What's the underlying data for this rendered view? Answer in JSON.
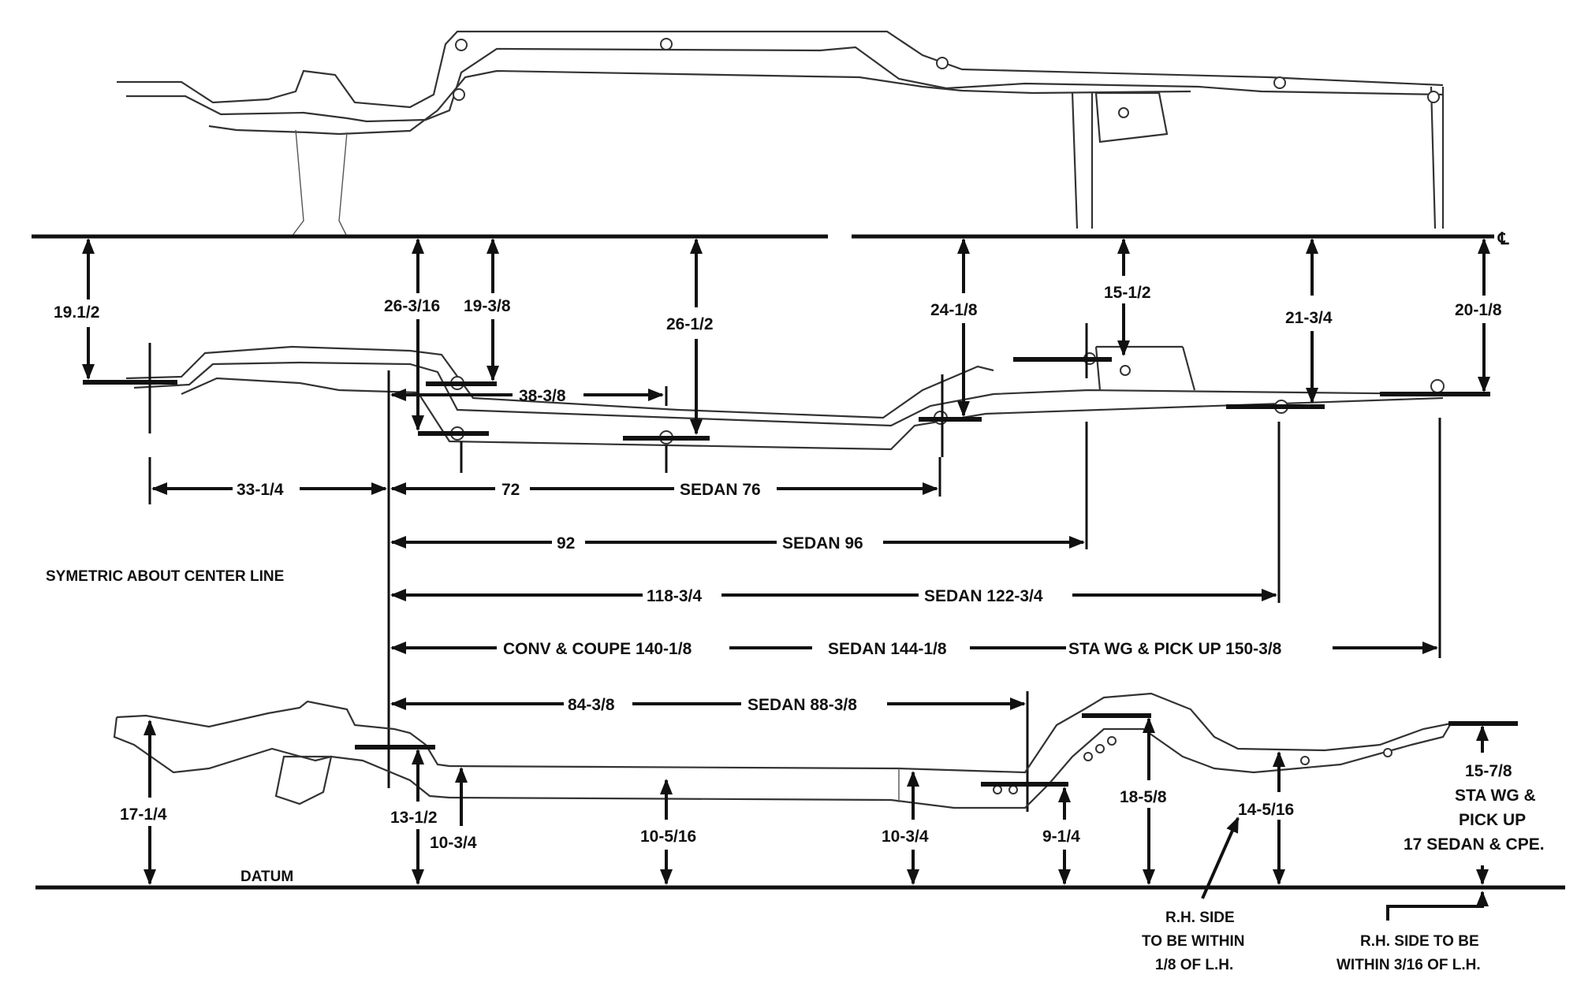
{
  "centerline_symbol": "℄",
  "symmetry_note": "SYMETRIC ABOUT CENTER LINE",
  "datum_label": "DATUM",
  "plan_view": {
    "width_dims": [
      {
        "id": "w1",
        "label": "19.1/2"
      },
      {
        "id": "w2",
        "label": "26-3/16"
      },
      {
        "id": "w3",
        "label": "19-3/8"
      },
      {
        "id": "w4",
        "label": "26-1/2"
      },
      {
        "id": "w5",
        "label": "24-1/8"
      },
      {
        "id": "w6",
        "label": "15-1/2"
      },
      {
        "id": "w7",
        "label": "21-3/4"
      },
      {
        "id": "w8",
        "label": "20-1/8"
      }
    ],
    "length_dims": {
      "d_38": "38-3/8",
      "d_33": "33-1/4",
      "d_72": "72",
      "d_76": "SEDAN 76",
      "d_92": "92",
      "d_96": "SEDAN 96",
      "d_118": "118-3/4",
      "d_122": "SEDAN 122-3/4",
      "d_140": "CONV & COUPE 140-1/8",
      "d_144": "SEDAN 144-1/8",
      "d_150": "STA WG & PICK UP 150-3/8"
    }
  },
  "side_view": {
    "length_dims": {
      "d_84": "84-3/8",
      "d_88": "SEDAN 88-3/8"
    },
    "height_dims": [
      {
        "id": "h1",
        "label": "17-1/4"
      },
      {
        "id": "h2",
        "label": "13-1/2"
      },
      {
        "id": "h3",
        "label": "10-3/4"
      },
      {
        "id": "h4",
        "label": "10-5/16"
      },
      {
        "id": "h5",
        "label": "10-3/4"
      },
      {
        "id": "h6",
        "label": "9-1/4"
      },
      {
        "id": "h7",
        "label": "18-5/8"
      },
      {
        "id": "h8",
        "label": "14-5/16"
      }
    ],
    "rear_height": {
      "line1": "15-7/8",
      "line2": "STA WG &",
      "line3": "PICK UP",
      "line4": "17 SEDAN & CPE."
    },
    "notes": {
      "rh_note_1": [
        "R.H. SIDE",
        "TO BE WITHIN",
        "1/8 OF L.H."
      ],
      "rh_note_2": [
        "R.H. SIDE TO BE",
        "WITHIN 3/16 OF L.H."
      ]
    }
  }
}
